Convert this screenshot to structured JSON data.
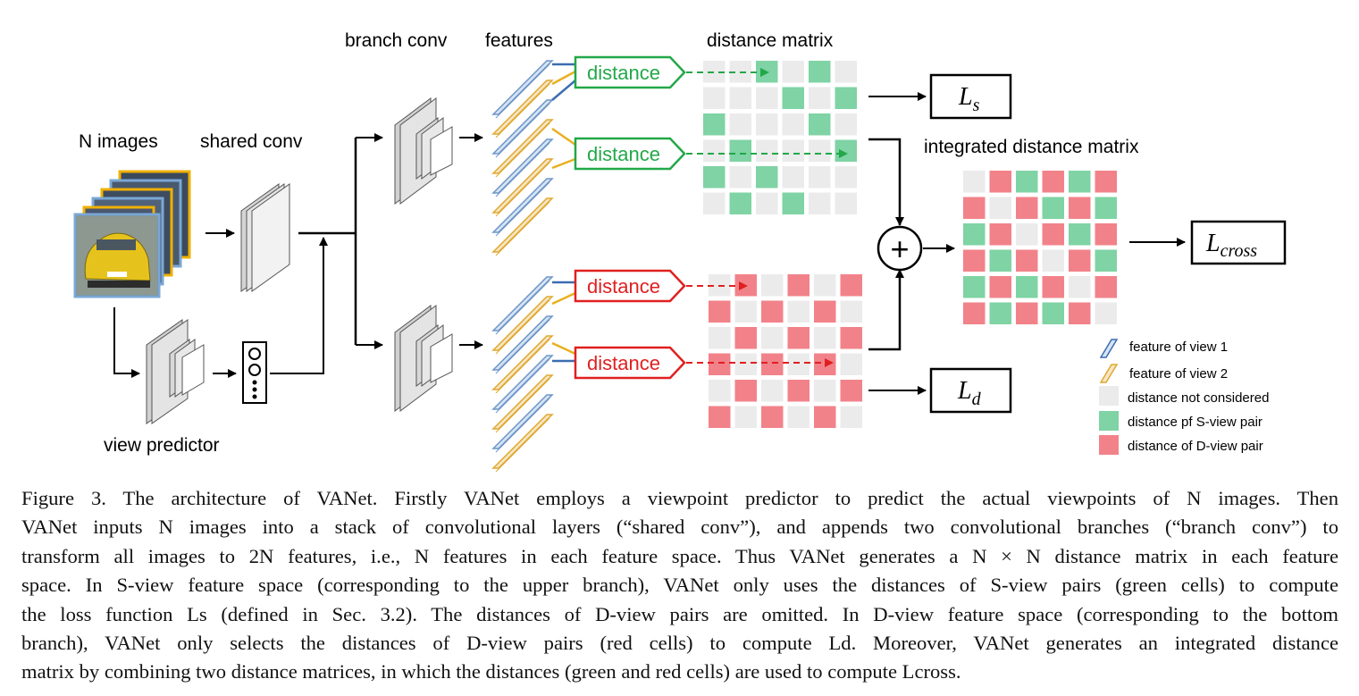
{
  "labels": {
    "n_images": "N images",
    "shared_conv": "shared conv",
    "view_predictor": "view predictor",
    "branch_conv": "branch conv",
    "features": "features",
    "distance_matrix": "distance matrix",
    "integrated_distance_matrix": "integrated distance matrix",
    "distance": "distance",
    "plus": "+"
  },
  "losses": {
    "ls": {
      "main": "L",
      "sub": "s"
    },
    "ld": {
      "main": "L",
      "sub": "d"
    },
    "lcross": {
      "main": "L",
      "sub": "cross"
    }
  },
  "legend": [
    {
      "icon": "feature-view1-icon",
      "label": "feature of view 1"
    },
    {
      "icon": "feature-view2-icon",
      "label": "feature of view 2"
    },
    {
      "icon": "gray-cell-icon",
      "label": "distance not considered"
    },
    {
      "icon": "green-cell-icon",
      "label": "distance pf S-view pair"
    },
    {
      "icon": "red-cell-icon",
      "label": "distance of D-view pair"
    }
  ],
  "colors": {
    "gray_cell": "#ebebeb",
    "green_cell": "#7fd3a4",
    "green_cell_dim": "#a3d6a0",
    "red_cell": "#f2828a",
    "green_line": "#22a848",
    "red_line": "#e02020",
    "blue_feature": "#8fb4dc",
    "yellow_feature": "#e8c070"
  },
  "matrices": {
    "s_view": [
      [
        0,
        0,
        1,
        0,
        1,
        0
      ],
      [
        0,
        0,
        0,
        1,
        0,
        1
      ],
      [
        1,
        0,
        0,
        0,
        1,
        0
      ],
      [
        0,
        1,
        0,
        0,
        0,
        1
      ],
      [
        1,
        0,
        1,
        0,
        0,
        0
      ],
      [
        0,
        1,
        0,
        1,
        0,
        0
      ]
    ],
    "d_view": [
      [
        0,
        1,
        0,
        1,
        0,
        1
      ],
      [
        1,
        0,
        1,
        0,
        1,
        0
      ],
      [
        0,
        1,
        0,
        1,
        0,
        1
      ],
      [
        1,
        0,
        1,
        0,
        1,
        0
      ],
      [
        0,
        1,
        0,
        1,
        0,
        1
      ],
      [
        1,
        0,
        1,
        0,
        1,
        0
      ]
    ],
    "integrated": [
      [
        0,
        2,
        1,
        2,
        1,
        2
      ],
      [
        2,
        0,
        2,
        1,
        2,
        1
      ],
      [
        1,
        2,
        0,
        2,
        1,
        2
      ],
      [
        2,
        1,
        2,
        0,
        2,
        1
      ],
      [
        1,
        2,
        1,
        2,
        0,
        2
      ],
      [
        2,
        1,
        2,
        1,
        2,
        0
      ]
    ]
  },
  "caption": {
    "lines": [
      "Figure 3. The architecture of VANet. Firstly VANet employs a viewpoint predictor to predict the actual viewpoints of N images. Then",
      "VANet inputs N images into a stack of convolutional layers (“shared conv”), and appends two convolutional branches (“branch conv”) to",
      "transform all images to 2N features, i.e., N features in each feature space. Thus VANet generates a N × N distance matrix in each feature",
      "space. In S-view feature space (corresponding to the upper branch), VANet only uses the distances of S-view pairs (green cells) to compute",
      "the loss function Ls (defined in Sec. 3.2). The distances of D-view pairs are omitted. In D-view feature space (corresponding to the bottom",
      "branch), VANet only selects the distances of D-view pairs (red cells) to compute Ld. Moreover, VANet generates an integrated distance",
      "matrix by combining two distance matrices, in which the distances (green and red cells) are used to compute Lcross."
    ]
  }
}
